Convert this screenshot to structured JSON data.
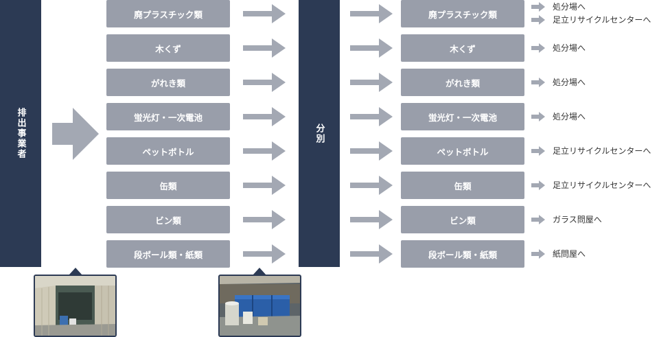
{
  "source_label": "排出事業者",
  "sort_label": "分別",
  "rows": [
    {
      "item": "廃プラスチック類",
      "sorted": "廃プラスチック類",
      "destinations": [
        "処分場へ",
        "足立リサイクルセンターへ"
      ]
    },
    {
      "item": "木くず",
      "sorted": "木くず",
      "destinations": [
        "処分場へ"
      ]
    },
    {
      "item": "がれき類",
      "sorted": "がれき類",
      "destinations": [
        "処分場へ"
      ]
    },
    {
      "item": "蛍光灯・一次電池",
      "sorted": "蛍光灯・一次電池",
      "destinations": [
        "処分場へ"
      ]
    },
    {
      "item": "ペットボトル",
      "sorted": "ペットボトル",
      "destinations": [
        "足立リサイクルセンターへ"
      ]
    },
    {
      "item": "缶類",
      "sorted": "缶類",
      "destinations": [
        "足立リサイクルセンターへ"
      ]
    },
    {
      "item": "ビン類",
      "sorted": "ビン類",
      "destinations": [
        "ガラス問屋へ"
      ]
    },
    {
      "item": "段ボール類・紙類",
      "sorted": "段ボール類・紙類",
      "destinations": [
        "紙問屋へ"
      ]
    }
  ],
  "colors": {
    "navy": "#2c3a54",
    "box": "#999eaa",
    "arrow": "#a3a8b3",
    "text": "#333333"
  },
  "icons": {
    "flow_arrow": "right-arrow-icon",
    "big_arrow": "large-right-arrow-icon"
  }
}
